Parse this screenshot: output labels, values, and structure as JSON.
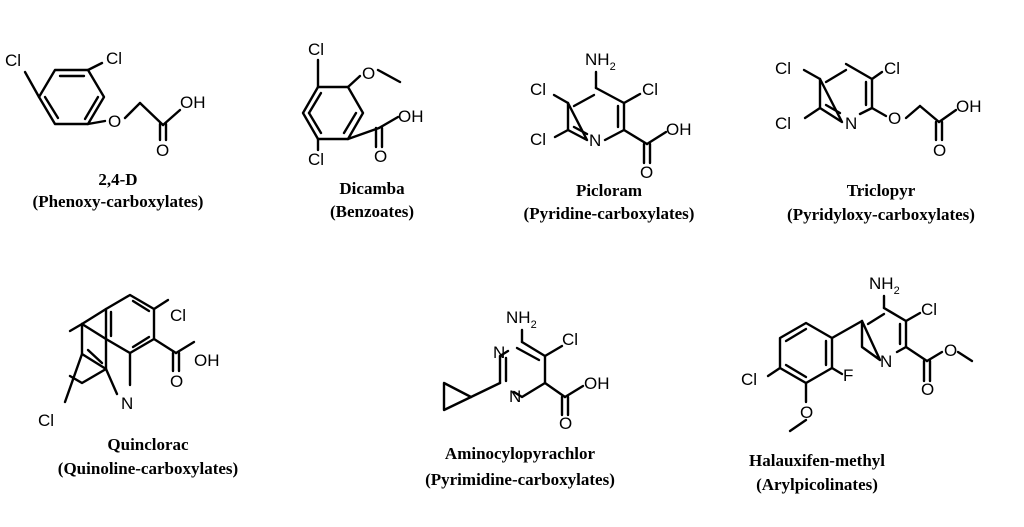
{
  "compounds": [
    {
      "name": "2,4-D",
      "class": "(Phenoxy-carboxylates)"
    },
    {
      "name": "Dicamba",
      "class": "(Benzoates)"
    },
    {
      "name": "Picloram",
      "class": "(Pyridine-carboxylates)"
    },
    {
      "name": "Triclopyr",
      "class": "(Pyridyloxy-carboxylates)"
    },
    {
      "name": "Quinclorac",
      "class": "(Quinoline-carboxylates)"
    },
    {
      "name": "Aminocylopyrachlor",
      "class": "(Pyrimidine-carboxylates)"
    },
    {
      "name": "Halauxifen-methyl",
      "class": "(Arylpicolinates)"
    }
  ],
  "atoms": {
    "cl": "Cl",
    "o": "O",
    "oh": "OH",
    "n": "N",
    "f": "F",
    "nh": "NH",
    "two": "2"
  }
}
